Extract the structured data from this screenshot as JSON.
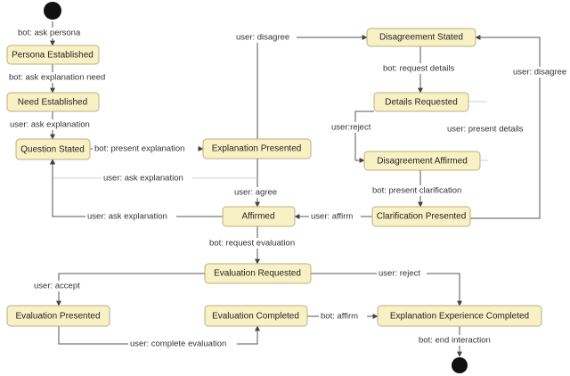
{
  "states": {
    "persona_established": "Persona Established",
    "need_established": "Need Established",
    "question_stated": "Question Stated",
    "explanation_presented": "Explanation Presented",
    "disagreement_stated": "Disagreement Stated",
    "details_requested": "Details Requested",
    "disagreement_affirmed": "Disagreement Affirmed",
    "clarification_presented": "Clarification Presented",
    "affirmed": "Affirmed",
    "evaluation_requested": "Evaluation Requested",
    "evaluation_presented": "Evaluation Presented",
    "evaluation_completed": "Evaluation Completed",
    "explanation_experience_completed": "Explanation Experience Completed"
  },
  "transitions": {
    "ask_persona": "bot: ask persona",
    "ask_explanation_need": "bot: ask explanation need",
    "user_ask_explanation_1": "user: ask explanation",
    "present_explanation": "bot: present explanation",
    "user_disagree_1": "user: disagree",
    "request_details": "bot: request details",
    "user_reject_1": "user:reject",
    "present_details": "user: present details",
    "user_disagree_2": "user: disagree",
    "present_clarification": "bot: present clarification",
    "user_ask_explanation_2": "user: ask explanation",
    "user_agree": "user: agree",
    "user_ask_explanation_3": "user: ask explanation",
    "user_affirm": "user: affirm",
    "request_evaluation": "bot: request evaluation",
    "user_reject_2": "user: reject",
    "user_accept": "user: accept",
    "bot_affirm": "bot: affirm",
    "complete_evaluation": "user: complete evaluation",
    "end_interaction": "bot: end interaction"
  }
}
